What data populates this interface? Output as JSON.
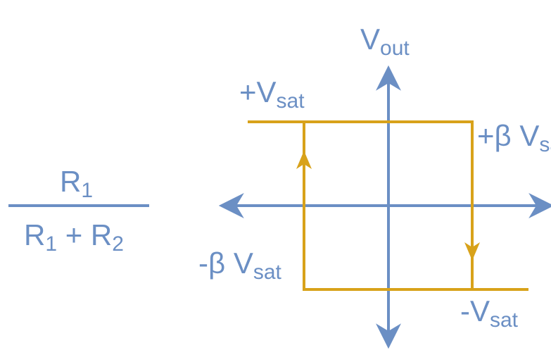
{
  "colors": {
    "axis": "#6b8fc4",
    "curve": "#d8a21a",
    "text": "#6b8fc4"
  },
  "fraction": {
    "numerator": {
      "main": "R",
      "sub": "1"
    },
    "denominator": {
      "first": {
        "main": "R",
        "sub": "1"
      },
      "plus": " + ",
      "second": {
        "main": "R",
        "sub": "2"
      }
    }
  },
  "labels": {
    "vout": {
      "main": "V",
      "sub": "out"
    },
    "plus_vsat": {
      "main": "+V",
      "sub": "sat"
    },
    "minus_vsat": {
      "main": "-V",
      "sub": "sat"
    },
    "plus_beta": {
      "main": "+β V",
      "sub": "sat"
    },
    "minus_beta": {
      "main": "-β V",
      "sub": "sat"
    }
  }
}
